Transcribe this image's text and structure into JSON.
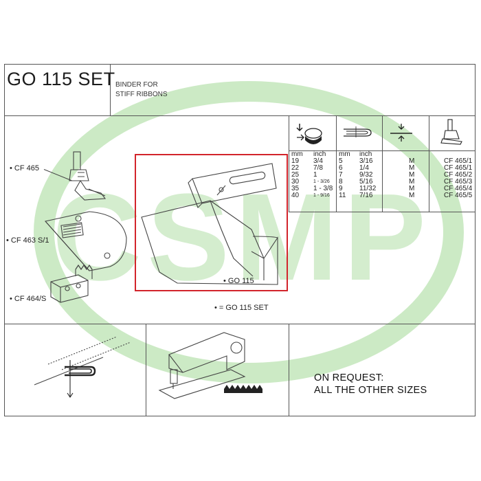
{
  "header": {
    "title": "GO 115 SET",
    "subtitle_lines": [
      "BINDER FOR",
      "STIFF RIBBONS"
    ]
  },
  "parts": [
    {
      "label": "• CF 465"
    },
    {
      "label": "• CF 463 S/1"
    },
    {
      "label": "• CF 464/S"
    },
    {
      "label": "• GO 115"
    },
    {
      "label": "• = GO 115 SET"
    }
  ],
  "spec_table": {
    "headers": [
      "mm",
      "inch",
      "mm",
      "inch"
    ],
    "rows": [
      {
        "mm1": "19",
        "inch1": "3/4",
        "mm2": "5",
        "inch2": "3/16",
        "type": "M",
        "code": "CF 465/1"
      },
      {
        "mm1": "22",
        "inch1": "7/8",
        "mm2": "6",
        "inch2": "1/4",
        "type": "M",
        "code": "CF 465/1"
      },
      {
        "mm1": "25",
        "inch1": "1",
        "mm2": "7",
        "inch2": "9/32",
        "type": "M",
        "code": "CF 465/2"
      },
      {
        "mm1": "30",
        "inch1": "1 - 3/26",
        "mm2": "8",
        "inch2": "5/16",
        "type": "M",
        "code": "CF 465/3"
      },
      {
        "mm1": "35",
        "inch1": "1 - 3/8",
        "mm2": "9",
        "inch2": "11/32",
        "type": "M",
        "code": "CF 465/4"
      },
      {
        "mm1": "40",
        "inch1": "1 - 9/16",
        "mm2": "11",
        "inch2": "7/16",
        "type": "M",
        "code": "CF 465/5"
      }
    ]
  },
  "footer": {
    "on_request_lines": [
      "ON REQUEST:",
      "ALL THE OTHER SIZES"
    ]
  },
  "watermark": {
    "text": "CSMP",
    "color": "#8fd07f"
  },
  "colors": {
    "highlight_box": "#d2232a",
    "watermark": "#8fd07f"
  }
}
